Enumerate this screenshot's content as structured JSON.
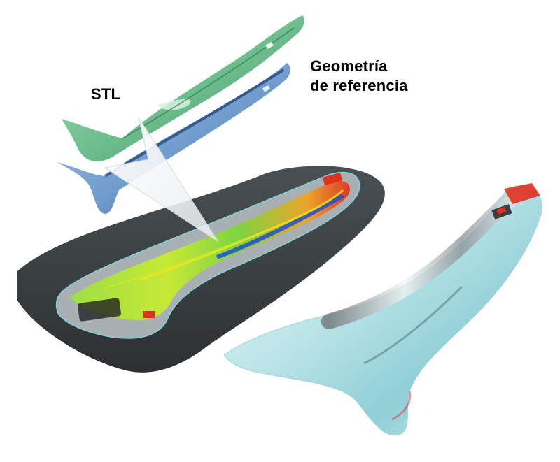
{
  "labels": {
    "stl": "STL",
    "reference_line1": "Geometría",
    "reference_line2": "de referencia"
  },
  "colors": {
    "stl_part": "#6fbf8f",
    "reference_part": "#6f9ccc",
    "tool_surface": "#3a3f42",
    "formed_part": "#bfe6ea",
    "accent_red": "#e0301e",
    "heatmap_green": "#7cd63a",
    "heatmap_yellow": "#f2e51c",
    "heatmap_blue": "#1f4fd0"
  },
  "icons": {
    "pointer": "callout-wedge"
  }
}
